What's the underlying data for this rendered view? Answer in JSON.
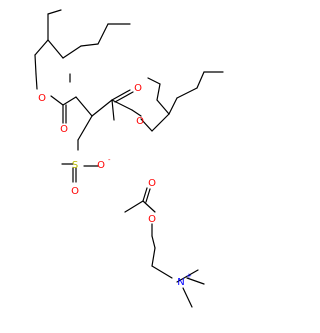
{
  "molecule": {
    "atoms": {
      "o_ester1": "O",
      "o_keto1": "O",
      "o_keto2": "O",
      "o_ester2": "O",
      "sulfur": "S",
      "o_sulfonate_neg": "O",
      "o_sulfonate_dbl": "O",
      "o_carbonyl_acetyl": "O",
      "o_ester_acetyl": "O",
      "nitrogen": "N"
    },
    "charges": {
      "o_sulfonate_neg": "-",
      "nitrogen": "+"
    },
    "colors": {
      "carbon_bond": "#000000",
      "oxygen": "#ff0000",
      "sulfur": "#b8b800",
      "nitrogen": "#0000ff"
    }
  }
}
